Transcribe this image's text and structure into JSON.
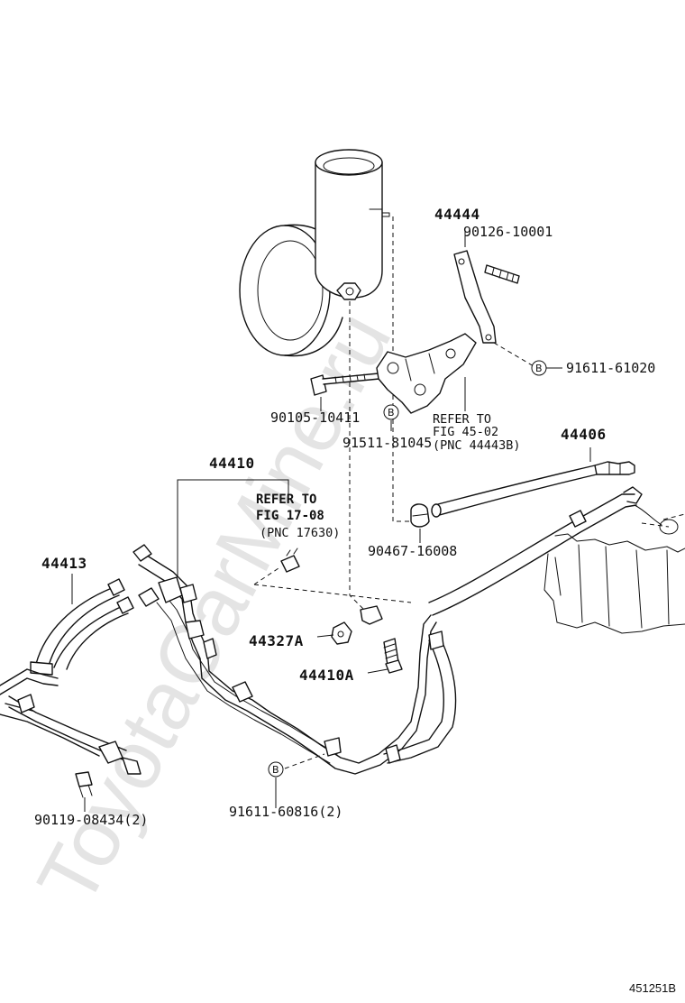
{
  "watermark": "ToyotaCarMine.ru",
  "figure_id": "451251B",
  "marker_letter": "B",
  "parts": {
    "p44444": "44444",
    "p90126": "90126-10001",
    "p91611_61020": "91611-61020",
    "p90105": "90105-10411",
    "p91511": "91511-81045",
    "p44406": "44406",
    "p44410": "44410",
    "p44413": "44413",
    "p90467": "90467-16008",
    "p44327A": "44327A",
    "p44410A": "44410A",
    "p90119": "90119-08434(2)",
    "p91611_60816": "91611-60816(2)"
  },
  "notes": {
    "refer_45_l1": "REFER TO",
    "refer_45_l2": "FIG 45-02",
    "refer_45_l3": "(PNC 44443B)",
    "refer_17_l1": "REFER TO",
    "refer_17_l2": "FIG 17-08",
    "refer_17_l3": "(PNC 17630)"
  }
}
